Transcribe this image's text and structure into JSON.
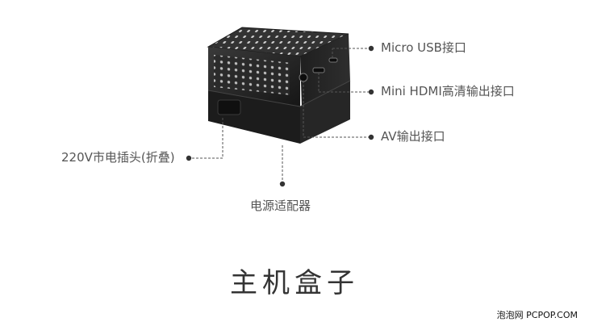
{
  "labels": {
    "micro_usb": "Micro USB接口",
    "mini_hdmi": "Mini HDMI高清输出接口",
    "av": "AV输出接口",
    "plug": "220V市电插头(折叠)",
    "adapter": "电源适配器"
  },
  "title": "主机盒子",
  "watermark": "泡泡网 PCPOP.COM"
}
